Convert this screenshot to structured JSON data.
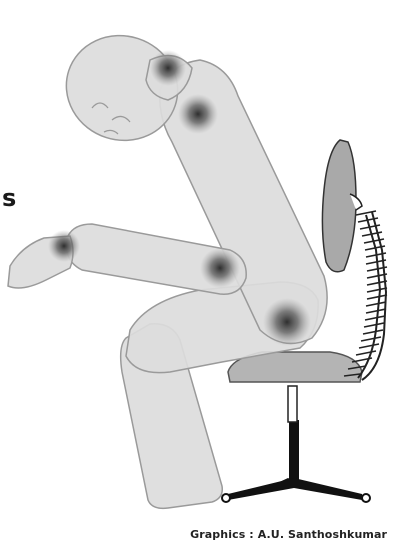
{
  "left_glyph": "s",
  "credit": "Graphics : A.U. Santhoshkumar",
  "colors": {
    "background": "#ffffff",
    "body_fill": "#dcdcdc",
    "body_stroke": "#9a9a9a",
    "pain_spot": "#3a3a3a",
    "seat": "#b4b4b4",
    "chair_base": "#111111",
    "cushion": "#aaaaaa",
    "spring": "#2a2a2a"
  },
  "icons": [
    "seated-figure",
    "office-chair",
    "spring-backrest",
    "pain-point"
  ]
}
